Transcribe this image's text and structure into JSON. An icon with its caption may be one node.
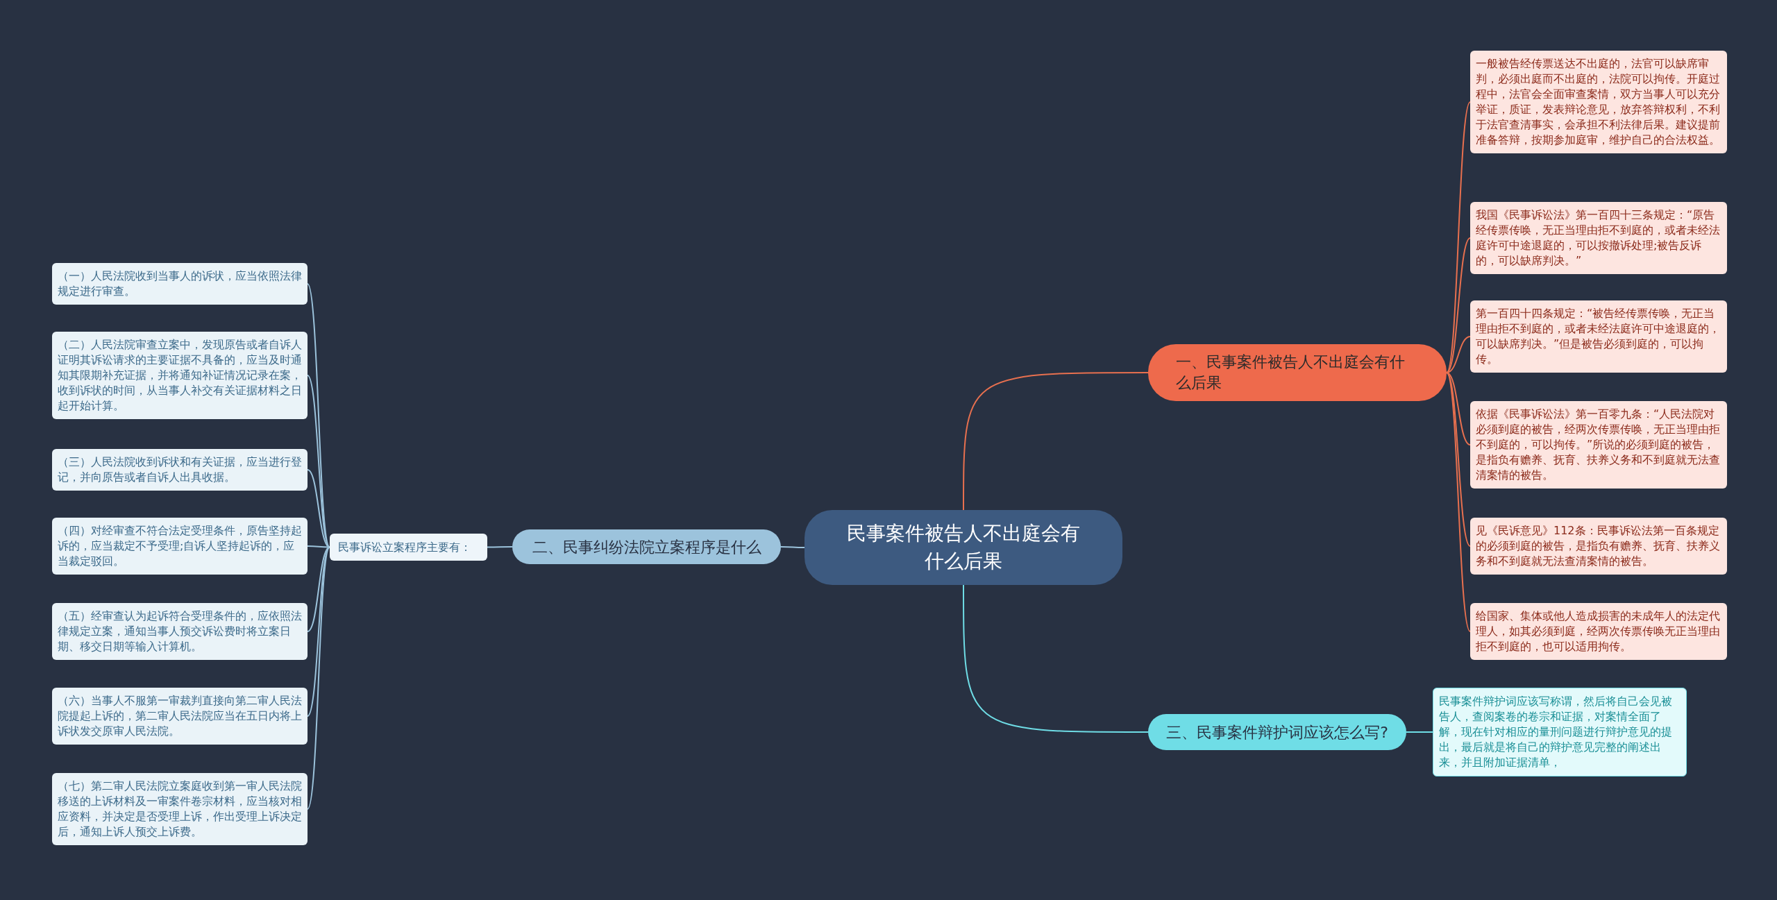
{
  "diagram": {
    "nodes": [
      {
        "text": [
          "民事案件被告人不出庭会有什么后果"
        ]
      },
      {
        "text": [
          "一、民事案件被告人不出庭会有什么后果"
        ]
      },
      {
        "text": [
          "一般被告经传票送达不出庭的，法官可以缺席审判，必须出庭而不出庭的，法院可以拘传。开庭过程中，法官会全面审查案情，双方当事人可以充分举证，质证，发表辩论意见，放弃答辩权利，不利于法官查清事实，会承担不利法律后果。建议提前准备答辩，按期参加庭审，维护自己的合法权益。"
        ]
      },
      {
        "text": [
          "我国《民事诉讼法》第一百四十三条规定：“原告经传票传唤，无正当理由拒不到庭的，或者未经法庭许可中途退庭的，可以按撤诉处理;被告反诉的，可以缺席判决。”"
        ]
      },
      {
        "text": [
          "第一百四十四条规定：“被告经传票传唤，无正当理由拒不到庭的，或者未经法庭许可中途退庭的，可以缺席判决。”但是被告必须到庭的，可以拘传。"
        ]
      },
      {
        "text": [
          "依据《民事诉讼法》第一百零九条：“人民法院对必须到庭的被告，经两次传票传唤，无正当理由拒不到庭的，可以拘传。”所说的必须到庭的被告，是指负有赡养、抚育、扶养义务和不到庭就无法查清案情的被告。"
        ]
      },
      {
        "text": [
          "见《民诉意见》112条：民事诉讼法第一百条规定的必须到庭的被告，是指负有赡养、抚育、扶养义务和不到庭就无法查清案情的被告。"
        ]
      },
      {
        "text": [
          "给国家、集体或他人造成损害的未成年人的法定代理人，如其必须到庭，经两次传票传唤无正当理由拒不到庭的，也可以适用拘传。"
        ]
      },
      {
        "text": [
          "二、民事纠纷法院立案程序是什么"
        ]
      },
      {
        "text": [
          "民事诉讼立案程序主要有："
        ]
      },
      {
        "text": [
          "（一）人民法院收到当事人的诉状，应当依照法律规定进行审查。"
        ]
      },
      {
        "text": [
          "（二）人民法院审查立案中，发现原告或者自诉人证明其诉讼请求的主要证据不具备的，应当及时通知其限期补充证据，并将通知补证情况记录在案，收到诉状的时间，从当事人补交有关证据材料之日起开始计算。"
        ]
      },
      {
        "text": [
          "（三）人民法院收到诉状和有关证据，应当进行登记，并向原告或者自诉人出具收据。"
        ]
      },
      {
        "text": [
          "（四）对经审查不符合法定受理条件，原告坚持起诉的，应当裁定不予受理;自诉人坚持起诉的，应当裁定驳回。"
        ]
      },
      {
        "text": [
          "（五）经审查认为起诉符合受理条件的，应依照法律规定立案，通知当事人预交诉讼费时将立案日期、移交日期等输入计算机。"
        ]
      },
      {
        "text": [
          "（六）当事人不服第一审裁判直接向第二审人民法院提起上诉的，第二审人民法院应当在五日内将上诉状发交原审人民法院。"
        ]
      },
      {
        "text": [
          "（七）第二审人民法院立案庭收到第一审人民法院移送的上诉材料及一审案件卷宗材料，应当核对相应资料，并决定是否受理上诉，作出受理上诉决定后，通知上诉人预交上诉费。"
        ]
      },
      {
        "text": [
          "三、民事案件辩护词应该怎么写?"
        ]
      },
      {
        "text": [
          "民事案件辩护词应该写称谓，然后将自己会见被告人，查阅案卷的卷宗和证据，对案情全面了解，现在针对相应的量刑问题进行辩护意见的提出，最后就是将自己的辩护意见完整的阐述出来，并且附加证据清单，"
        ]
      }
    ],
    "edges": [
      {
        "from": 0,
        "to": 1,
        "arrow": "none",
        "color": "#e8704f"
      },
      {
        "from": 1,
        "to": 2,
        "arrow": "none",
        "color": "#e8704f"
      },
      {
        "from": 1,
        "to": 3,
        "arrow": "none",
        "color": "#e8704f"
      },
      {
        "from": 1,
        "to": 4,
        "arrow": "none",
        "color": "#e8704f"
      },
      {
        "from": 1,
        "to": 5,
        "arrow": "none",
        "color": "#e8704f"
      },
      {
        "from": 1,
        "to": 6,
        "arrow": "none",
        "color": "#e8704f"
      },
      {
        "from": 1,
        "to": 7,
        "arrow": "none",
        "color": "#e8704f"
      },
      {
        "from": 0,
        "to": 8,
        "arrow": "none"
      },
      {
        "from": 8,
        "to": 9,
        "arrow": "none"
      },
      {
        "from": 9,
        "to": 10,
        "arrow": "none"
      },
      {
        "from": 9,
        "to": 11,
        "arrow": "none"
      },
      {
        "from": 9,
        "to": 12,
        "arrow": "none"
      },
      {
        "from": 9,
        "to": 13,
        "arrow": "none"
      },
      {
        "from": 9,
        "to": 14,
        "arrow": "none"
      },
      {
        "from": 9,
        "to": 15,
        "arrow": "none"
      },
      {
        "from": 9,
        "to": 16,
        "arrow": "none"
      },
      {
        "from": 0,
        "to": 17,
        "arrow": "none",
        "color": "#6fdde6"
      },
      {
        "from": 17,
        "to": 18,
        "arrow": "none",
        "color": "#6fdde6"
      }
    ]
  }
}
